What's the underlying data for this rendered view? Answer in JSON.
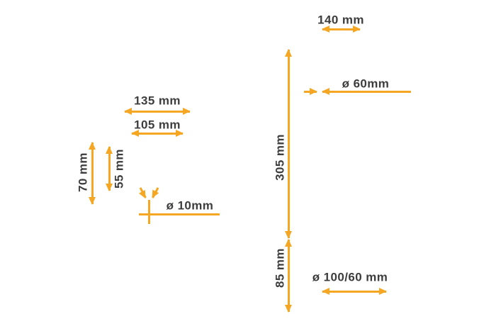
{
  "colors": {
    "background": "#ffffff",
    "accent": "#F5A623",
    "text": "#3d3d3d"
  },
  "labels": {
    "top_right_width": "140 mm",
    "mid_right_diameter": "ø 60mm",
    "right_height_upper": "305 mm",
    "right_height_lower": "85 mm",
    "bottom_right_diameter": "ø 100/60 mm",
    "left_width_upper": "135 mm",
    "left_width_lower": "105 mm",
    "left_height_outer": "70 mm",
    "left_height_inner": "55 mm",
    "center_hole_diameter": "ø 10mm"
  },
  "units": "mm"
}
